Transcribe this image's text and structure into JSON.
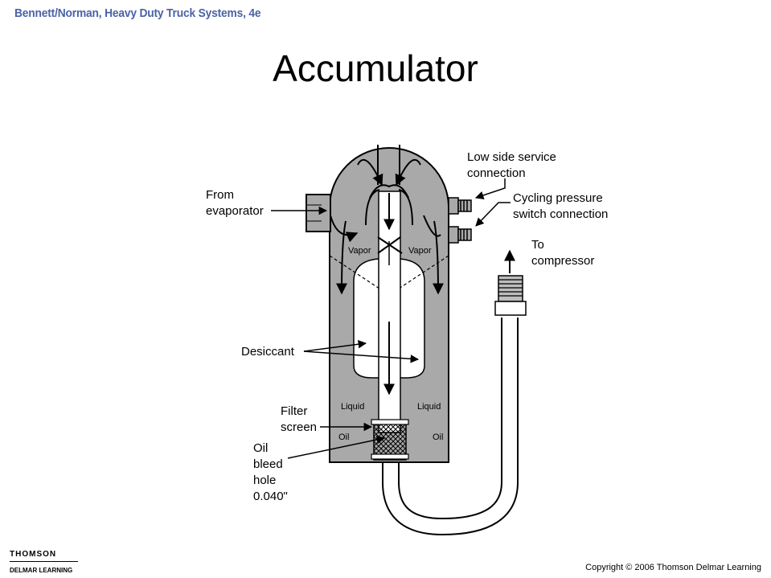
{
  "header": {
    "text": "Bennett/Norman, Heavy Duty Truck Systems, 4e"
  },
  "title": "Accumulator",
  "labels": {
    "from_evaporator": [
      "From",
      "evaporator"
    ],
    "low_side": [
      "Low side service",
      "connection"
    ],
    "cycling": [
      "Cycling pressure",
      "switch connection"
    ],
    "to_compressor": [
      "To",
      "compressor"
    ],
    "desiccant": "Desiccant",
    "filter_screen": [
      "Filter",
      "screen"
    ],
    "oil_bleed": [
      "Oil",
      "bleed",
      "hole",
      "0.040\""
    ]
  },
  "inner_labels": {
    "vapor_left": "Vapor",
    "vapor_right": "Vapor",
    "liquid_left": "Liquid",
    "liquid_right": "Liquid",
    "oil_left": "Oil",
    "oil_right": "Oil"
  },
  "footer": {
    "logo_top": "THOMSON",
    "logo_bottom": "DELMAR LEARNING",
    "copyright": "Copyright © 2006 Thomson Delmar Learning"
  }
}
